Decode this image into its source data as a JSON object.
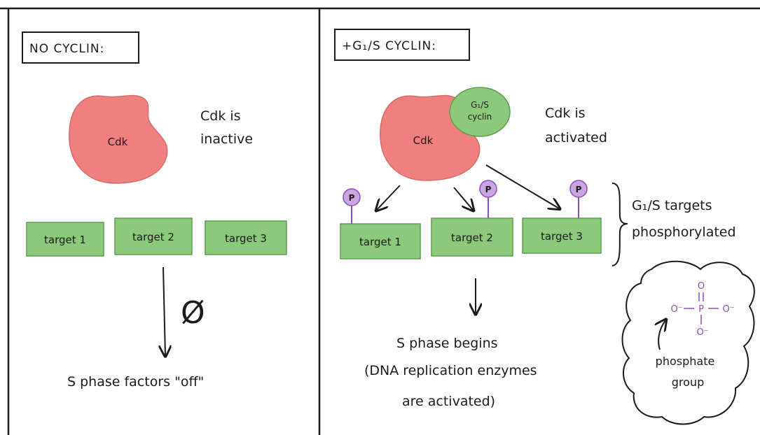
{
  "panels": {
    "left": {
      "title": "NO CYCLIN:",
      "cdk_label": "Cdk",
      "status_line1": "Cdk is",
      "status_line2": "inactive",
      "targets": [
        "target 1",
        "target 2",
        "target 3"
      ],
      "null_symbol": "Ø",
      "result": "S phase factors \"off\""
    },
    "right": {
      "title": "+G₁/S CYCLIN:",
      "cyclin_line1": "G₁/S",
      "cyclin_line2": "cyclin",
      "cdk_label": "Cdk",
      "status_line1": "Cdk is",
      "status_line2": "activated",
      "phospho_label": "P",
      "targets": [
        "target 1",
        "target 2",
        "target 3"
      ],
      "brace_line1": "G₁/S targets",
      "brace_line2": "phosphorylated",
      "result_line1": "S phase begins",
      "result_line2": "(DNA replication enzymes",
      "result_line3": "are activated)",
      "phosphate": {
        "top": "O",
        "left": "O⁻",
        "center": "P",
        "right": "O⁻",
        "bottom": "O⁻",
        "label_line1": "phosphate",
        "label_line2": "group"
      }
    }
  },
  "colors": {
    "cdk_fill": "#f08080",
    "target_fill": "#8cc97a",
    "cyclin_fill": "#8cc97a",
    "phospho_fill": "#c9a6e0",
    "phosphate_text": "#8a4fb8",
    "ink": "#1a1a1a"
  }
}
